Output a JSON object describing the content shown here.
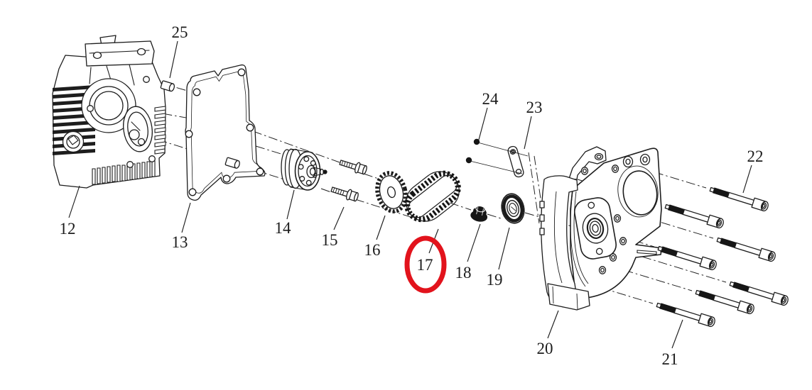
{
  "diagram": {
    "kind": "exploded-parts-line-drawing",
    "background_color": "#ffffff",
    "line_color": "#1d1d1d"
  },
  "highlight": {
    "highlighted_part_number": "17",
    "shape": "ellipse",
    "color": "#e2131c"
  },
  "parts": [
    {
      "number": "12"
    },
    {
      "number": "13"
    },
    {
      "number": "14"
    },
    {
      "number": "15"
    },
    {
      "number": "16"
    },
    {
      "number": "17"
    },
    {
      "number": "18"
    },
    {
      "number": "19"
    },
    {
      "number": "20"
    },
    {
      "number": "21"
    },
    {
      "number": "22"
    },
    {
      "number": "23"
    },
    {
      "number": "24"
    },
    {
      "number": "25"
    }
  ]
}
